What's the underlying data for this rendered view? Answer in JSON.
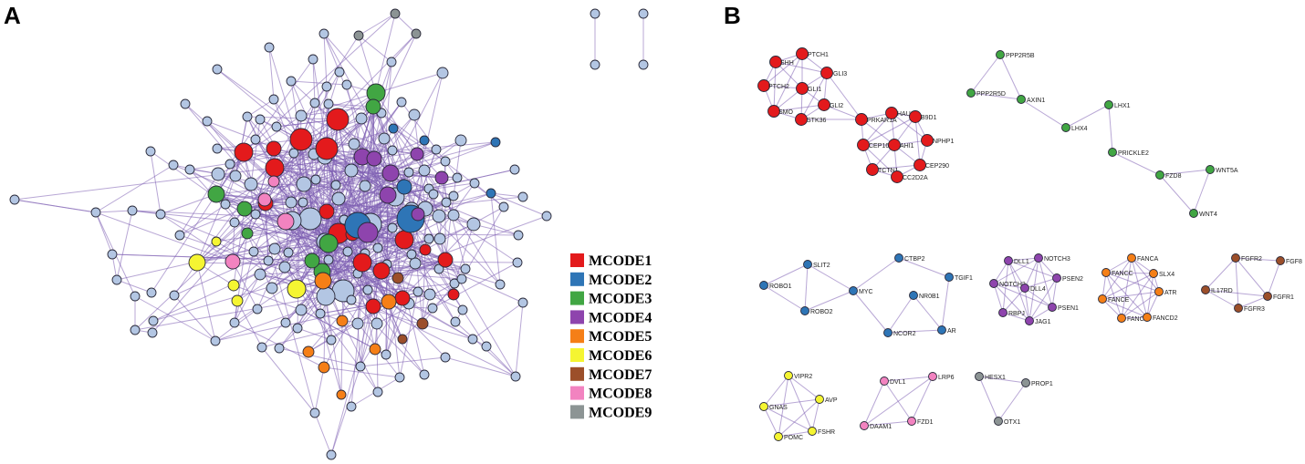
{
  "figure": {
    "panel_a_label": "A",
    "panel_b_label": "B"
  },
  "colors": {
    "default": "#b3c6e3",
    "edge": "#7e5fb3",
    "MCODE1": "#e31a1c",
    "MCODE2": "#2e75b6",
    "MCODE3": "#41a643",
    "MCODE4": "#8e44ad",
    "MCODE5": "#f57f17",
    "MCODE6": "#f5f532",
    "MCODE7": "#9c4f2a",
    "MCODE8": "#f283c0",
    "MCODE9": "#8c9494"
  },
  "legend": [
    {
      "key": "MCODE1",
      "label": "MCODE1"
    },
    {
      "key": "MCODE2",
      "label": "MCODE2"
    },
    {
      "key": "MCODE3",
      "label": "MCODE3"
    },
    {
      "key": "MCODE4",
      "label": "MCODE4"
    },
    {
      "key": "MCODE5",
      "label": "MCODE5"
    },
    {
      "key": "MCODE6",
      "label": "MCODE6"
    },
    {
      "key": "MCODE7",
      "label": "MCODE7"
    },
    {
      "key": "MCODE8",
      "label": "MCODE8"
    },
    {
      "key": "MCODE9",
      "label": "MCODE9"
    }
  ],
  "clusters": [
    {
      "id": "MCODE1",
      "nodes": [
        "PTCH1",
        "SHH",
        "GLI3",
        "PTCH2",
        "GLI1",
        "GLI2",
        "SMO",
        "STK36",
        "PRKAR1A",
        "HAUS",
        "B9D1",
        "NPHP1",
        "CEP164",
        "AHI1",
        "CEP290",
        "TCTN1",
        "CC2D2A"
      ]
    },
    {
      "id": "MCODE3",
      "nodes": [
        "PPP2R5B",
        "PPP2R5D",
        "AXIN1",
        "LHX1",
        "LHX4",
        "PRICKLE2",
        "FZD8",
        "WNT5A",
        "WNT4"
      ]
    },
    {
      "id": "MCODE2",
      "nodes": [
        "SLIT2",
        "ROBO1",
        "MYC",
        "ROBO2",
        "CTBP2",
        "TGIF1",
        "NR0B1",
        "NCOR2",
        "AR"
      ]
    },
    {
      "id": "MCODE4",
      "nodes": [
        "DLL1",
        "NOTCH3",
        "NOTCH2",
        "DLL4",
        "PSEN2",
        "PSEN1",
        "RBPJ",
        "JAG1"
      ]
    },
    {
      "id": "MCODE5",
      "nodes": [
        "FANCA",
        "FANCC",
        "SLX4",
        "FANCE",
        "ATR",
        "FANCF",
        "FANCD2"
      ]
    },
    {
      "id": "MCODE7",
      "nodes": [
        "FGFR2",
        "FGF8",
        "IL17RD",
        "FGFR1",
        "FGFR3"
      ]
    },
    {
      "id": "MCODE6",
      "nodes": [
        "VIPR2",
        "AVP",
        "GNAS",
        "POMC",
        "FSHR"
      ]
    },
    {
      "id": "MCODE8",
      "nodes": [
        "DVL1",
        "LRP6",
        "DAAM1",
        "FZD1"
      ]
    },
    {
      "id": "MCODE9",
      "nodes": [
        "HESX1",
        "PROP1",
        "OTX1"
      ]
    }
  ]
}
